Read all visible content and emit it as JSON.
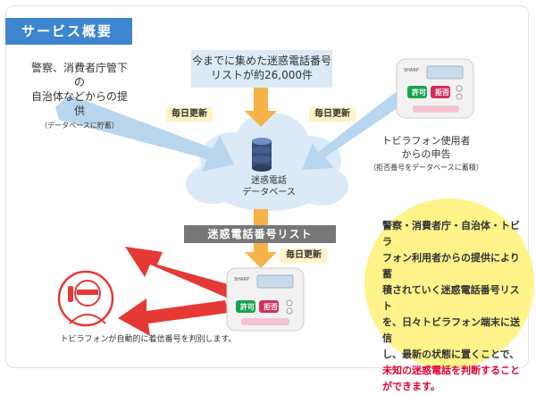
{
  "title": "サービス概要",
  "source": {
    "line1": "警察、消費者庁管下の",
    "line2": "自治体などからの提供",
    "note": "（データベースに貯蓄）"
  },
  "count": {
    "line1": "今までに集めた迷惑電話番号",
    "line2": "リストが約26,000件"
  },
  "daily_update": "毎日更新",
  "database": {
    "line1": "迷惑電話",
    "line2": "データベース"
  },
  "list_banner": "迷惑電話番号リスト",
  "user": {
    "line1": "トビラフォン使用者",
    "line2": "からの申告",
    "note": "（拒否番号をデータベースに蓄積）"
  },
  "device": {
    "brand": "SHARP",
    "allow": "許可",
    "reject": "拒否"
  },
  "caption": "トビラフォンが自動的に着信番号を判別します。",
  "summary": {
    "line1": "警察・消費者庁・自治体・トビラ",
    "line2": "フォン利用者からの提供により蓄",
    "line3": "積されていく迷惑電話番号リスト",
    "line4": "を、日々トビラフォン端末に送信",
    "line5": "し、最新の状態に置くことで、",
    "line6": "未知の迷惑電話を判断すること",
    "line7": "ができます。"
  },
  "colors": {
    "title_bg": "#3d86cf",
    "arrow_blue": "#b8d6ee",
    "arrow_orange": "#f7b347",
    "arrow_red": "#e53935",
    "circle": "#fff38a",
    "accent_red": "#e60033"
  }
}
